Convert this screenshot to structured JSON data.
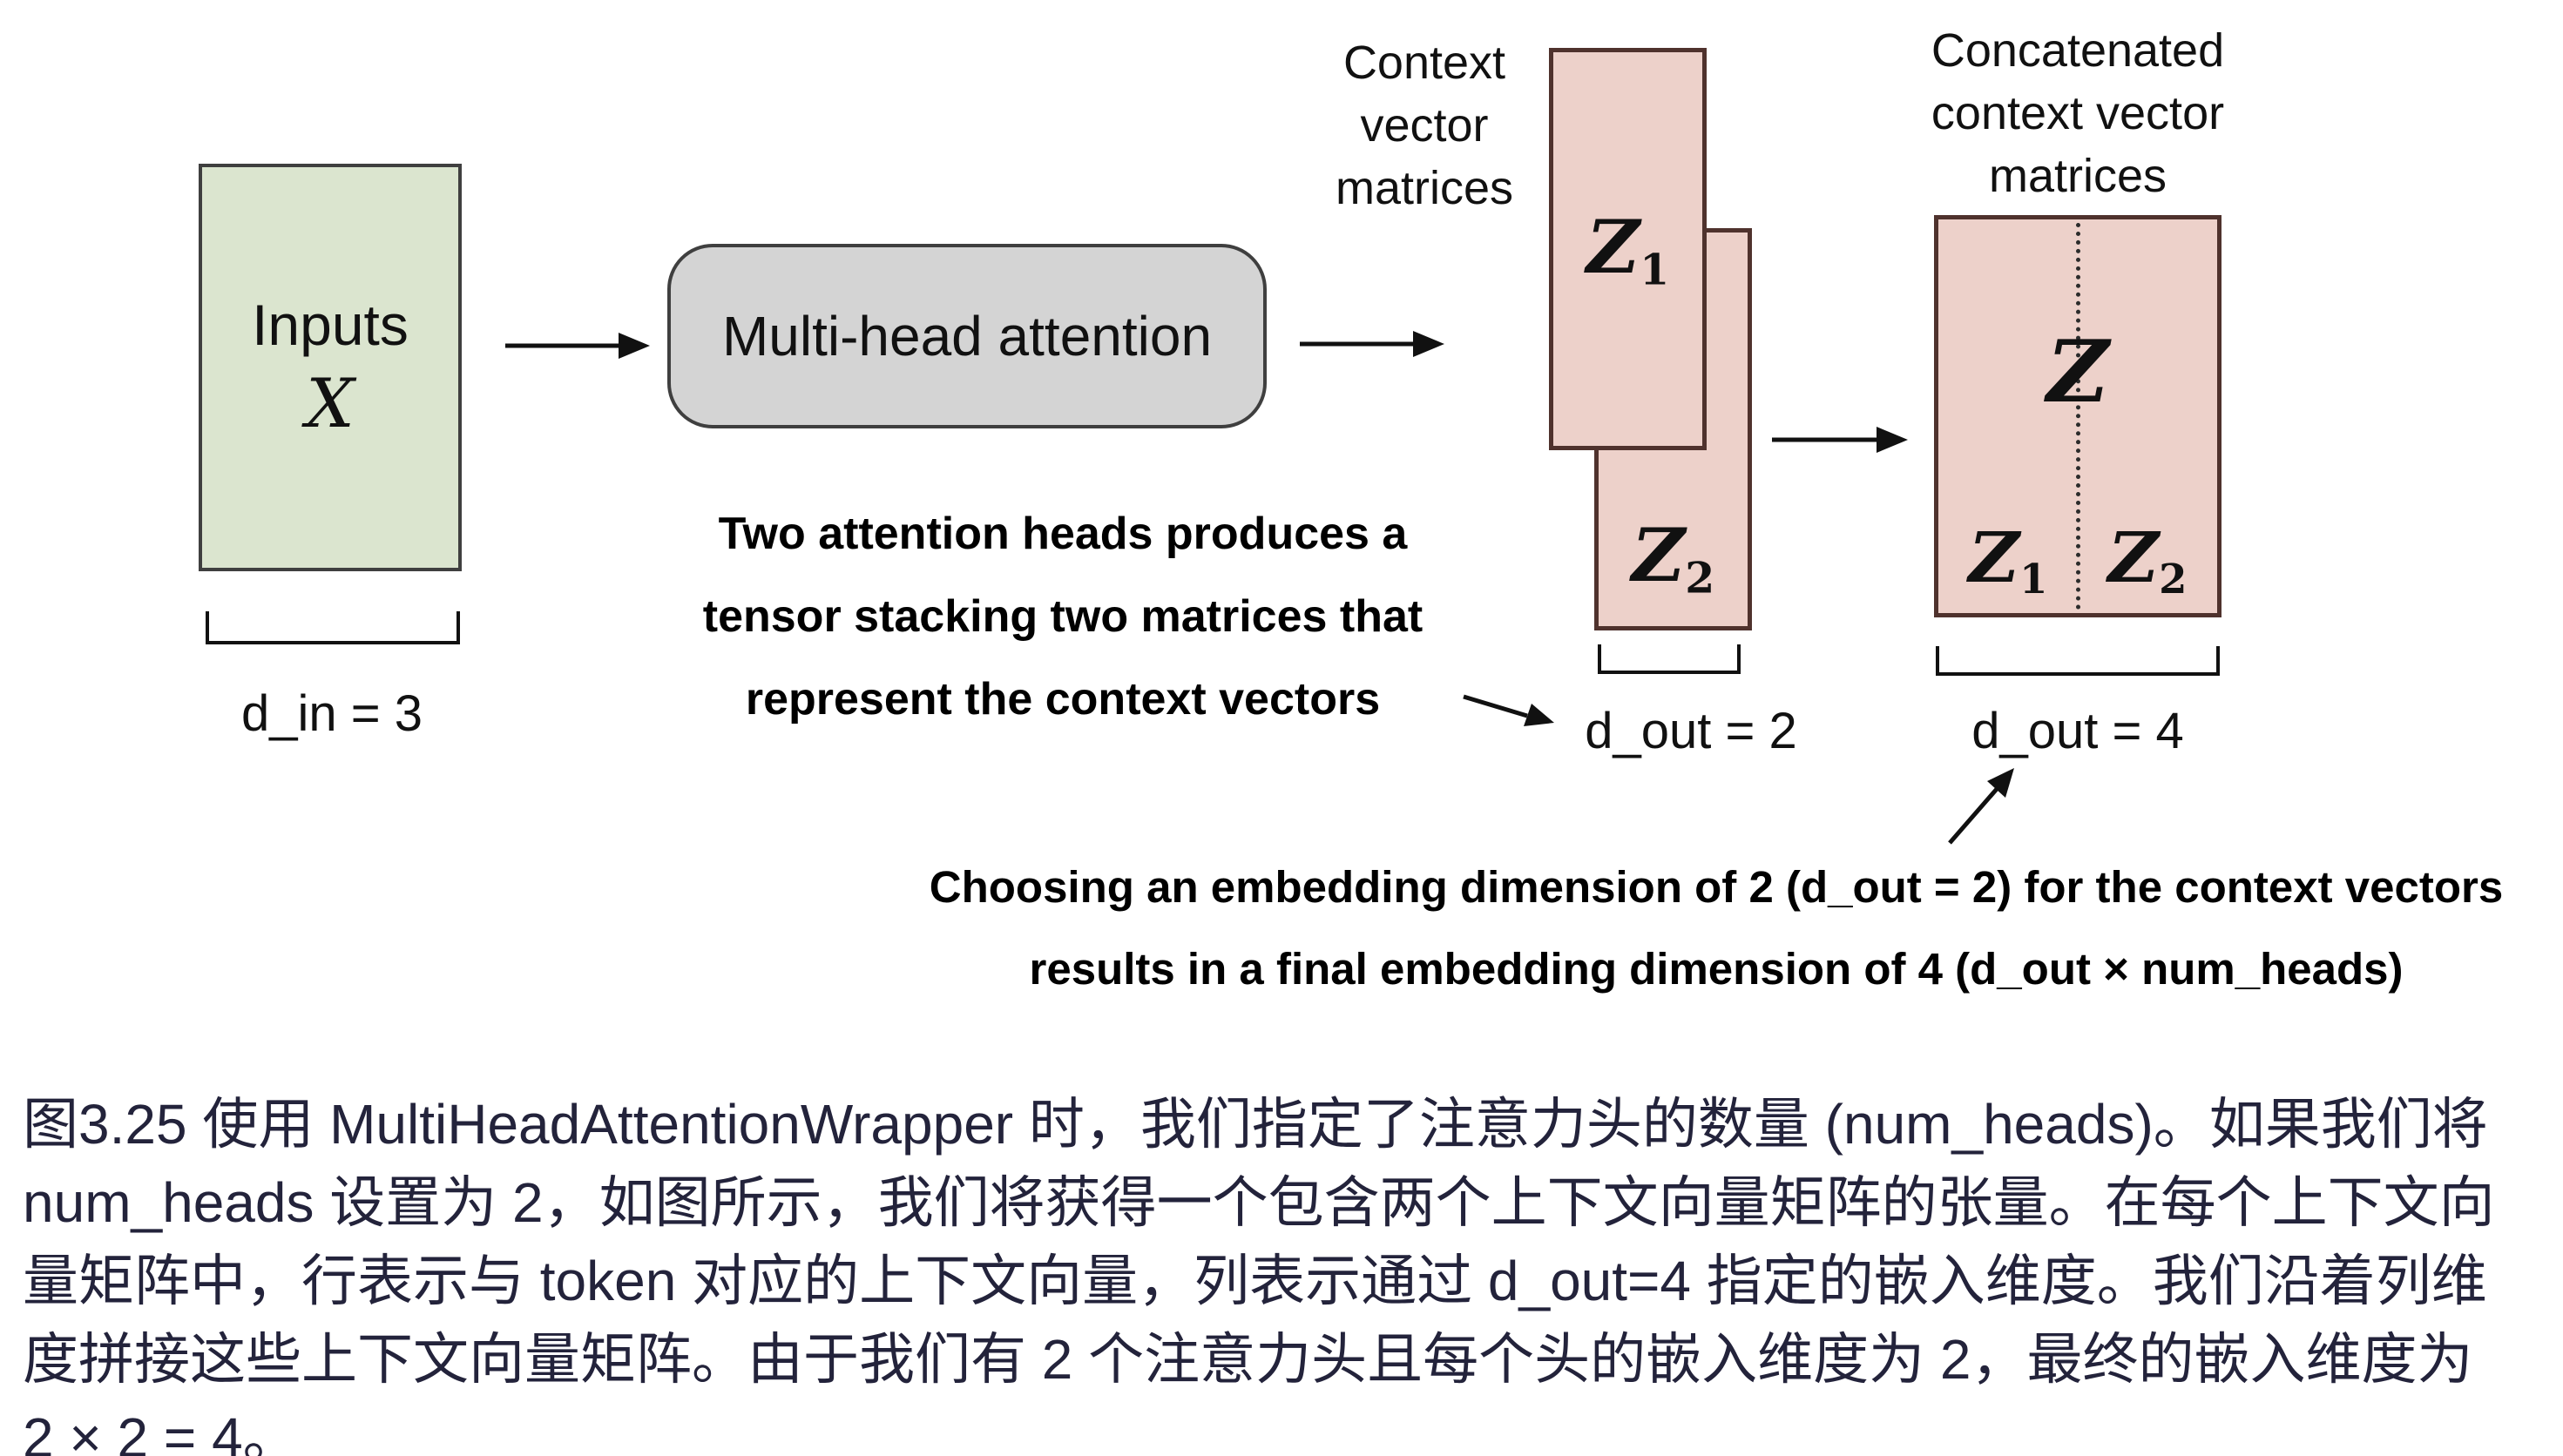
{
  "diagram": {
    "inputs_box": {
      "title": "Inputs",
      "symbol": "X"
    },
    "d_in_label": "d_in = 3",
    "attention_box_label": "Multi-head attention",
    "heads_note_lines": [
      "Two attention heads produces a",
      "tensor stacking two matrices that",
      "represent the context vectors"
    ],
    "context_header_lines": [
      "Context",
      "vector",
      "matrices"
    ],
    "z1": {
      "base": "Z",
      "sub": "1"
    },
    "z2": {
      "base": "Z",
      "sub": "2"
    },
    "d_out2_label": "d_out = 2",
    "concat_header_lines": [
      "Concatenated",
      "context vector",
      "matrices"
    ],
    "concat_z": "Z",
    "d_out4_label": "d_out = 4",
    "dims_note_lines": [
      "Choosing an embedding dimension of 2 (d_out = 2) for the context vectors",
      "results in a final embedding dimension of 4 (d_out × num_heads)"
    ]
  },
  "figure_caption": {
    "lines": [
      "图3.25 使用 MultiHeadAttentionWrapper 时，我们指定了注意力头的数量 (num_heads)。如果我们将",
      "num_heads 设置为 2，如图所示，我们将获得一个包含两个上下文向量矩阵的张量。在每个上下文向",
      "量矩阵中，行表示与 token 对应的上下文向量，列表示通过 d_out=4 指定的嵌入维度。我们沿着列维",
      "度拼接这些上下文向量矩阵。由于我们有 2 个注意力头且每个头的嵌入维度为 2，最终的嵌入维度为",
      "2 × 2 = 4。"
    ]
  },
  "colors": {
    "inputs_fill": "#dbe5cf",
    "attention_fill": "#d4d4d4",
    "matrix_fill": "#edd1ca",
    "matrix_border": "#4f322d",
    "box_border": "#3f3f3f",
    "caption_text": "#23233b"
  }
}
